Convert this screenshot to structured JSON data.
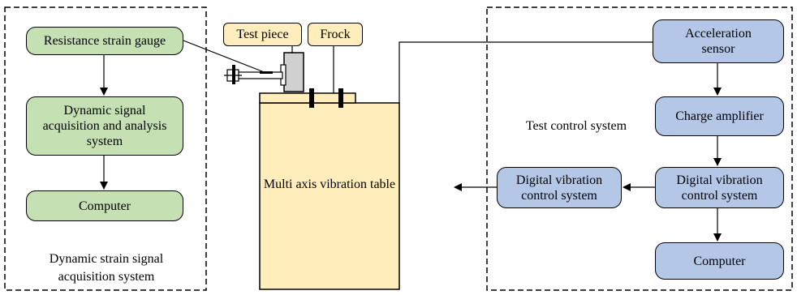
{
  "groups": {
    "left_label": "Dynamic strain signal\nacquisition system",
    "right_label": "Test control system"
  },
  "fixture": {
    "test_piece_label": "Test piece",
    "frock_label": "Frock",
    "table_label": "Multi axis vibration table"
  },
  "left_nodes": {
    "strain_gauge": "Resistance strain gauge",
    "dynamic_signal": "Dynamic signal\nacquisition and analysis\nsystem",
    "computer": "Computer"
  },
  "right_nodes": {
    "acceleration_sensor": "Acceleration\nsensor",
    "charge_amplifier": "Charge amplifier",
    "digital_control_right": "Digital vibration\ncontrol system",
    "digital_control_left": "Digital vibration\ncontrol system",
    "computer": "Computer"
  },
  "colors": {
    "green_node": "#c5e0b3",
    "blue_node": "#b4c7e7",
    "table_fill": "#ffeebb",
    "piece_fill": "#d0d0d0"
  }
}
